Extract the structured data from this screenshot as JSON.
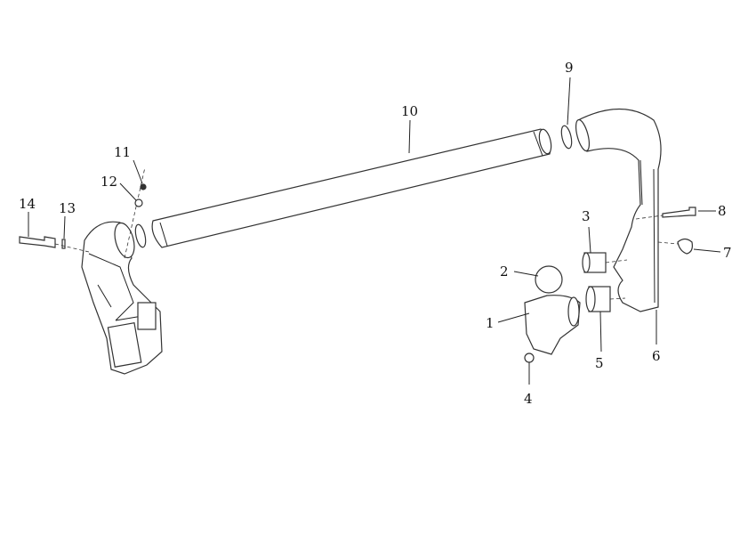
{
  "diagram": {
    "type": "exploded parts diagram",
    "callouts": [
      {
        "number": "1"
      },
      {
        "number": "2"
      },
      {
        "number": "3"
      },
      {
        "number": "4"
      },
      {
        "number": "5"
      },
      {
        "number": "6"
      },
      {
        "number": "7"
      },
      {
        "number": "8"
      },
      {
        "number": "9"
      },
      {
        "number": "10"
      },
      {
        "number": "11"
      },
      {
        "number": "12"
      },
      {
        "number": "13"
      },
      {
        "number": "14"
      }
    ]
  }
}
